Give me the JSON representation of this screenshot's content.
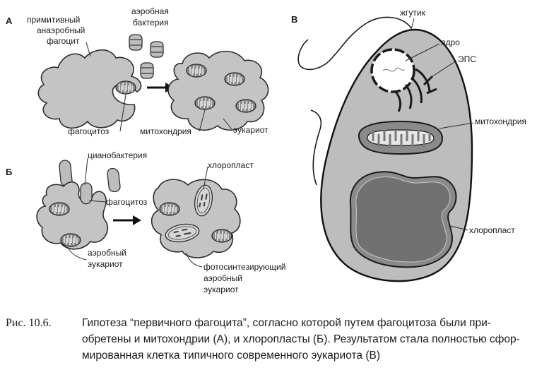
{
  "panels": {
    "a": {
      "letter": "А",
      "primitive_phagocyte": [
        "примитивный",
        "анаэробный",
        "фагоцит"
      ],
      "aerobic_bacterium": [
        "аэробная",
        "бактерия"
      ],
      "phagocytosis": "фагоцитоз",
      "mitochondrion": "митохондрия",
      "eukaryote": "эукариот"
    },
    "b": {
      "letter": "Б",
      "cyanobacterium": "цианобактерия",
      "chloroplast": "хлоропласт",
      "phagocytosis": "фагоцитоз",
      "aerobic_eukaryote": [
        "аэробный",
        "эукариот"
      ],
      "photosynthetic_eukaryote": [
        "фотосинтезирующий",
        "аэробный",
        "эукариот"
      ]
    },
    "c": {
      "letter": "В",
      "flagellum": "жгутик",
      "nucleus": "ядро",
      "er": "ЭПС",
      "mitochondrion": "митохондрия",
      "chloroplast": "хлоропласт"
    }
  },
  "caption": {
    "label": "Рис. 10.6.",
    "lines": [
      "Гипотеза “первичного фагоцита”, согласно которой путем фагоцитоза были при-",
      "обретены и митохондрии (А), и хлоропласты (Б). Результатом стала полностью сфор-",
      "мированная клетка типичного современного эукариота (В)"
    ]
  }
}
